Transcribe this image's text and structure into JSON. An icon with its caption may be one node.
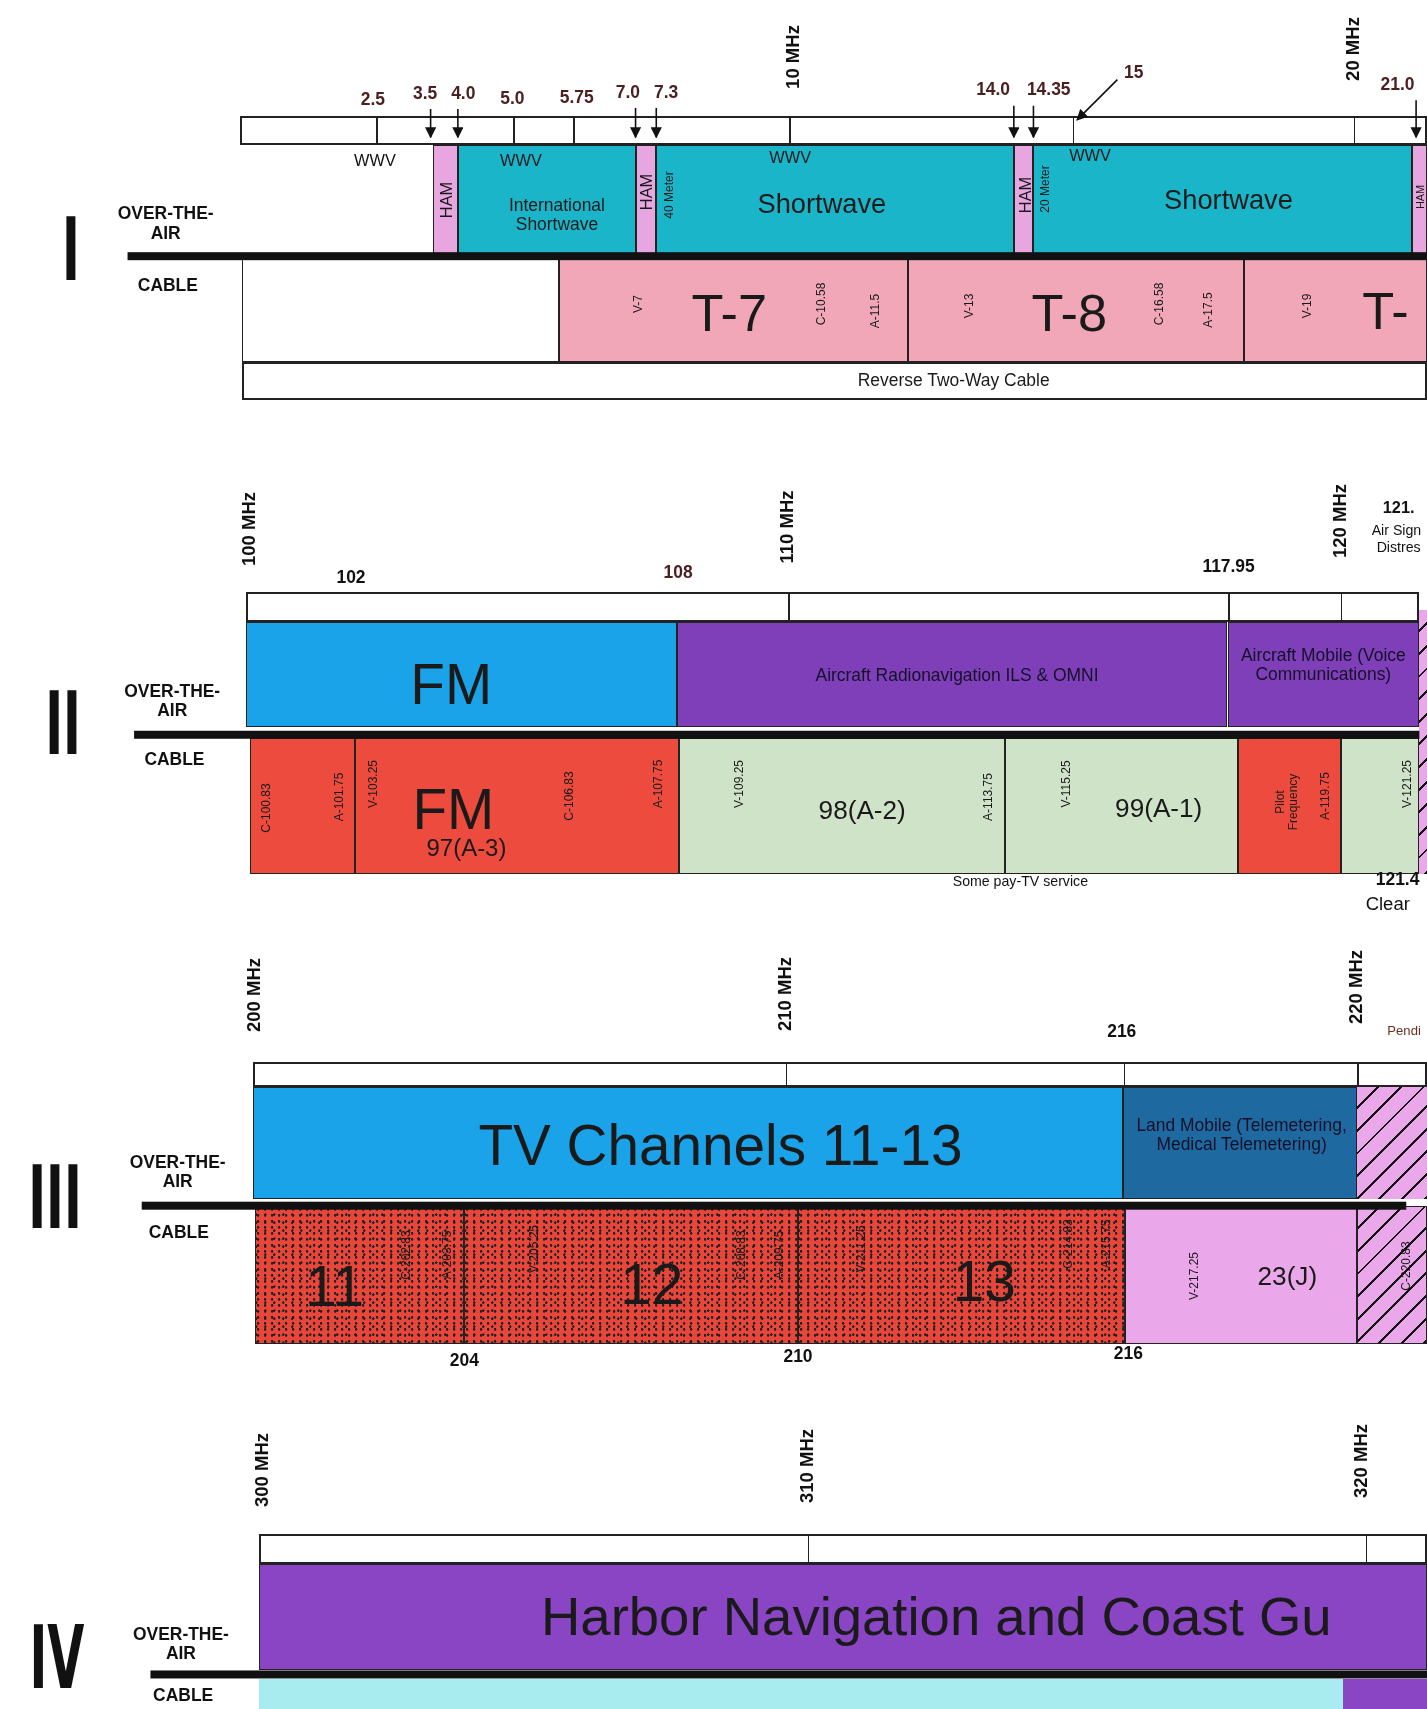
{
  "diagram": {
    "nodes": [
      {
        "text": [
          "HAM"
        ]
      },
      {
        "text": [
          "WWV",
          "International Shortwave"
        ]
      },
      {
        "text": [
          "HAM"
        ]
      },
      {
        "text": [
          "40 Meter",
          "WWV",
          "Shortwave"
        ]
      },
      {
        "text": [
          "HAM"
        ]
      },
      {
        "text": [
          "20 Meter",
          "WWV",
          "Shortwave"
        ]
      },
      {
        "text": [
          "HAM"
        ]
      },
      {
        "text": [
          "V-7",
          "T-7",
          "C-10.58",
          "A-11.5"
        ]
      },
      {
        "text": [
          "V-13",
          "T-8",
          "C-16.58",
          "A-17.5"
        ]
      },
      {
        "text": [
          "V-19",
          "T-"
        ]
      },
      {
        "text": [
          "Reverse Two-Way Cable"
        ]
      },
      {
        "text": [
          "3.5"
        ]
      },
      {
        "text": [
          "4.0"
        ]
      },
      {
        "text": [
          "7.0"
        ]
      },
      {
        "text": [
          "7.3"
        ]
      },
      {
        "text": [
          "14.0"
        ]
      },
      {
        "text": [
          "14.35"
        ]
      },
      {
        "text": [
          "21.0"
        ]
      },
      {
        "text": [
          "15"
        ]
      },
      {
        "text": [
          "FM"
        ]
      },
      {
        "text": [
          "Aircraft Radionavigation ILS & OMNI"
        ]
      },
      {
        "text": [
          "Aircraft Mobile (Voice Communications)"
        ]
      },
      {
        "text": [
          "C-100.83",
          "A-101.75"
        ]
      },
      {
        "text": [
          "V-103.25",
          "FM",
          "97(A-3)",
          "C-106.83",
          "A-107.75"
        ]
      },
      {
        "text": [
          "V-109.25",
          "98(A-2)",
          "A-113.75"
        ]
      },
      {
        "text": [
          "V-115.25",
          "99(A-1)"
        ]
      },
      {
        "text": [
          "Pilot Frequency",
          "A-119.75"
        ]
      },
      {
        "text": [
          "V-121.25"
        ]
      },
      {
        "text": [
          "TV Channels 11-13"
        ]
      },
      {
        "text": [
          "Land Mobile (Telemetering, Medical Telemetering)"
        ]
      },
      {
        "text": [
          "11",
          "C-202.83",
          "A-203.75"
        ]
      },
      {
        "text": [
          "V-205.25",
          "12",
          "C-208.83",
          "A-209.75"
        ]
      },
      {
        "text": [
          "V-211.25",
          "13",
          "C-214.83",
          "A-215.75"
        ]
      },
      {
        "text": [
          "V-217.25",
          "23(J)"
        ]
      },
      {
        "text": [
          "C-220.83"
        ]
      },
      {
        "text": [
          "Harbor Navigation and Coast Gu"
        ]
      },
      {
        "text": [],
        "shape": "bar"
      },
      {
        "text": [],
        "shape": "bar"
      },
      {
        "text": [],
        "shape": "bar"
      },
      {
        "text": [],
        "shape": "bar"
      },
      {
        "text": [],
        "shape": "box"
      },
      {
        "text": [],
        "shape": "box"
      },
      {
        "text": [],
        "shape": "box"
      },
      {
        "text": [],
        "shape": "box"
      },
      {
        "text": [],
        "shape": "box"
      }
    ],
    "edges": [
      {
        "from": 11,
        "to": 36,
        "arrow": "to"
      },
      {
        "from": 12,
        "to": 36,
        "arrow": "to"
      },
      {
        "from": 13,
        "to": 36,
        "arrow": "to"
      },
      {
        "from": 14,
        "to": 36,
        "arrow": "to"
      },
      {
        "from": 15,
        "to": 36,
        "arrow": "to"
      },
      {
        "from": 16,
        "to": 36,
        "arrow": "to"
      },
      {
        "from": 17,
        "to": 36,
        "arrow": "to"
      },
      {
        "from": 18,
        "to": 36,
        "arrow": "to"
      }
    ],
    "labels": [
      "10 MHz",
      "20 MHz",
      "2.5",
      "5.0",
      "5.75",
      "WWV",
      "I",
      "OVER-THE-AIR",
      "CABLE",
      "100 MHz",
      "110 MHz",
      "120 MHz",
      "121.",
      "Air Sign",
      "Distres",
      "102",
      "108",
      "117.95",
      "II",
      "OVER-THE-AIR",
      "CABLE",
      "Some pay-TV service",
      "121.4",
      "Clear",
      "200 MHz",
      "210 MHz",
      "220 MHz",
      "216",
      "Pendi",
      "III",
      "OVER-THE-AIR",
      "CABLE",
      "204",
      "210",
      "216",
      "300 MHz",
      "310 MHz",
      "320 MHz",
      "IV",
      "OVER-THE-AIR",
      "CABLE"
    ]
  }
}
